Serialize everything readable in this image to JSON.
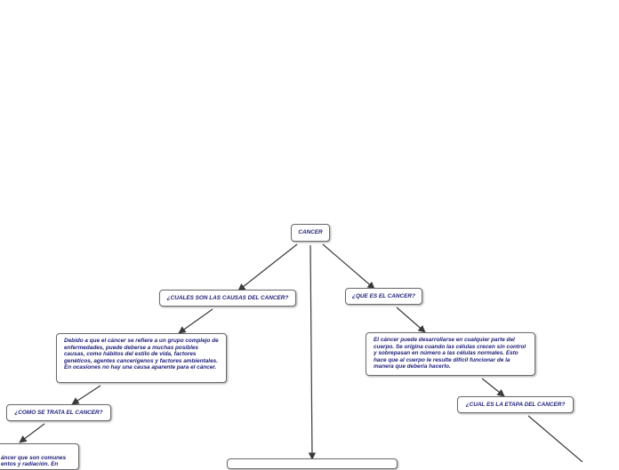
{
  "map": {
    "root": "CANCER",
    "causes_title": "¿CUALES SON LAS CAUSAS DEL CANCER?",
    "causes_text": "Debido a que el cáncer se refiere a un grupo complejo de enfermedades, puede deberse a muchas posibles causas, como hábitos del estilo de vida, factores genéticos, agentes cancerígenos y factores ambientales. En ocasiones no hay una causa aparente para el cáncer.",
    "what_title": "¿QUE ES EL CANCER?",
    "what_text": "El cáncer puede desarrollarse en cualquier parte del cuerpo. Se origina cuando las células crecen sin control y sobrepasan en número a las células normales. Esto hace que al cuerpo le resulte difícil funcionar de la manera que debería hacerlo.",
    "treat_title": "¿COMO SE TRATA EL CANCER?",
    "treat_text": "áncer que son comunes\nentos y radiación. En",
    "stage_title": "¿CUAL ES LA ETAPA DEL CANCER?"
  },
  "colors": {
    "text": "#1f1f7a",
    "border": "#6b6b6b",
    "line": "#3a3a3a"
  }
}
